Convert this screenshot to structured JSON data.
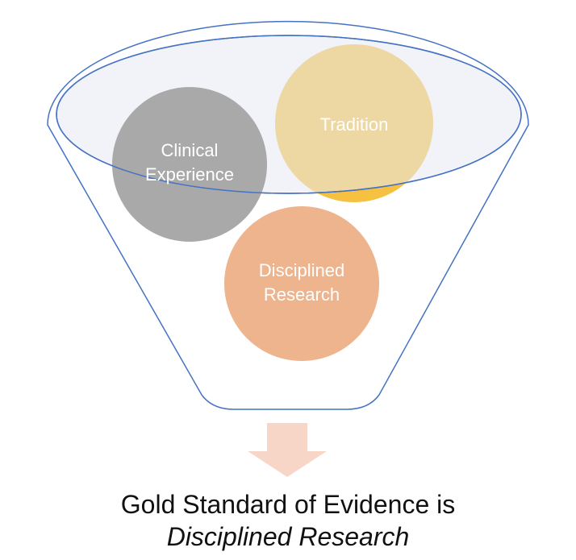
{
  "circles": {
    "clinical": {
      "line1": "Clinical",
      "line2": "Experience",
      "color": "#a5a5a5"
    },
    "tradition": {
      "line1": "Tradition",
      "color": "#f6c040"
    },
    "research": {
      "line1": "Disciplined",
      "line2": "Research",
      "color": "#eeb48d"
    }
  },
  "funnel": {
    "stroke": "#4472c4",
    "rim_fill": "#e6e9f3"
  },
  "arrow": {
    "color": "#f7d6c8"
  },
  "caption": {
    "line1": "Gold Standard of Evidence is",
    "line2": "Disciplined Research"
  }
}
